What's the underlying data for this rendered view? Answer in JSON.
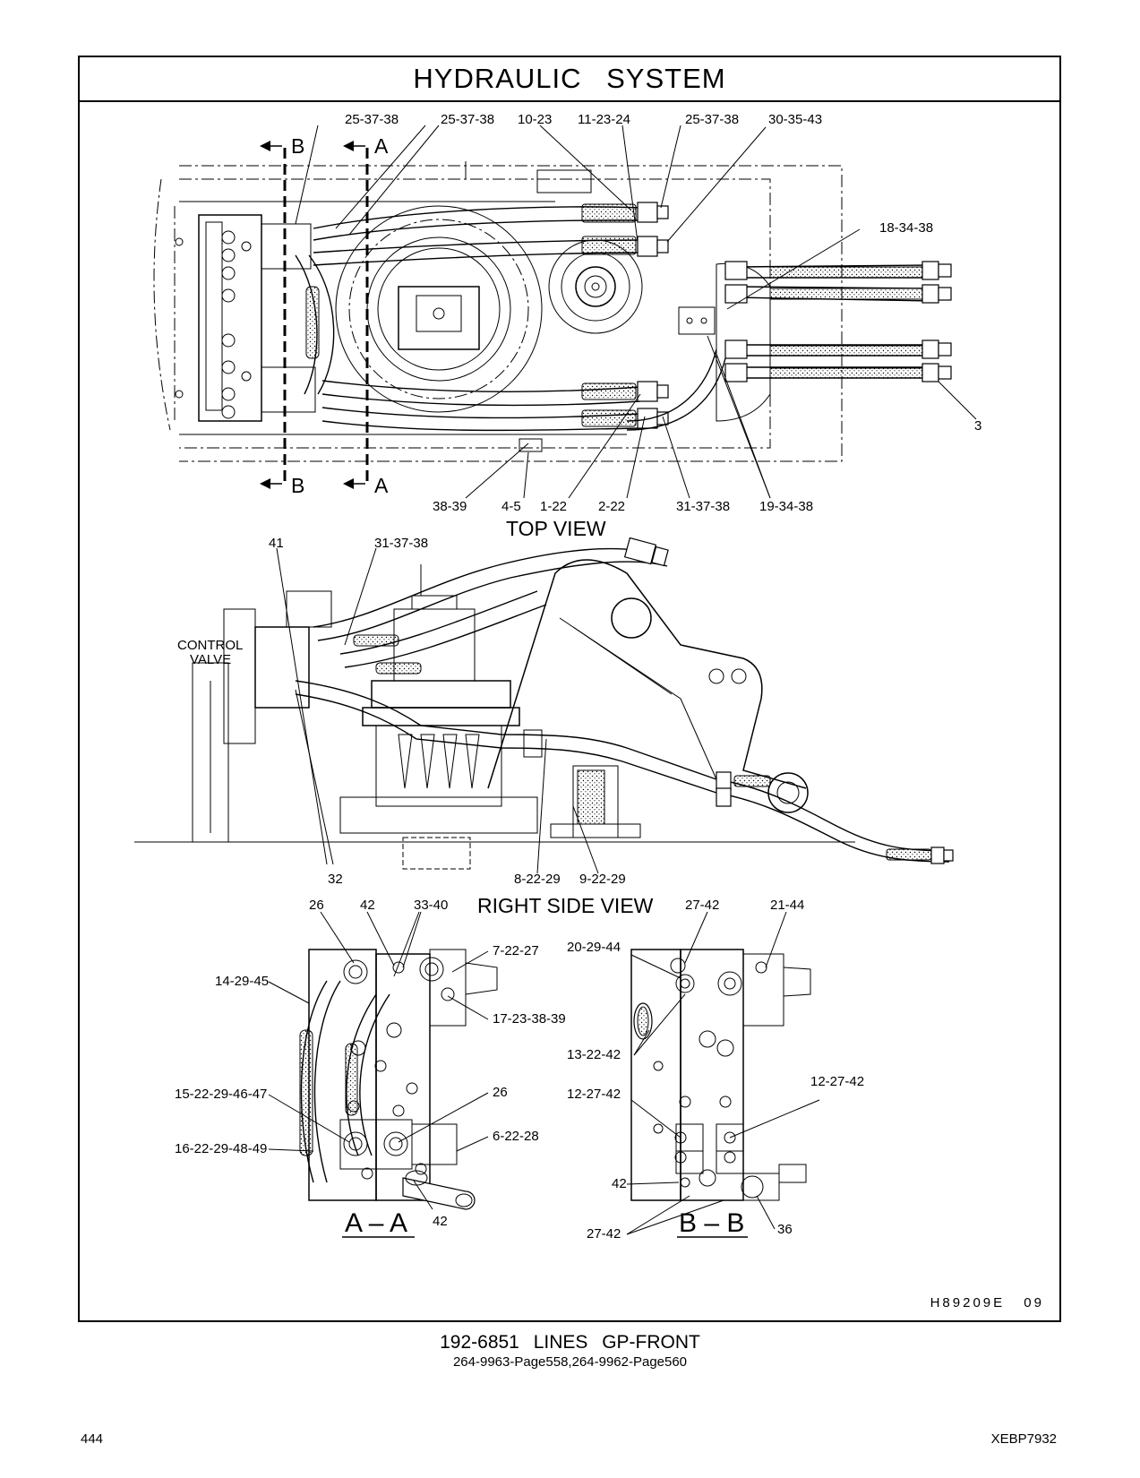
{
  "title": "HYDRAULIC SYSTEM",
  "reference": "H89209E 09",
  "footer": {
    "group": "192-6851 LINES GP-FRONT",
    "pages": "264-9963-Page558,264-9962-Page560",
    "page_number": "444",
    "doc_id": "XEBP7932"
  },
  "views": {
    "top": "TOP VIEW",
    "right_side": "RIGHT SIDE VIEW",
    "section_a": "A – A",
    "section_b": "B – B",
    "control_valve_line1": "CONTROL",
    "control_valve_line2": "VALVE"
  },
  "cut_markers": {
    "a": "A",
    "b": "B"
  },
  "top_callouts": {
    "c1": "25-37-38",
    "c2": "25-37-38",
    "c3": "10-23",
    "c4": "11-23-24",
    "c5": "25-37-38",
    "c6": "30-35-43",
    "c7": "18-34-38",
    "c8": "3",
    "c9": "38-39",
    "c10": "4-5",
    "c11": "1-22",
    "c12": "2-22",
    "c13": "31-37-38",
    "c14": "19-34-38"
  },
  "side_callouts": {
    "c1": "41",
    "c2": "31-37-38",
    "c3": "32",
    "c4": "8-22-29",
    "c5": "9-22-29"
  },
  "aa_callouts": {
    "c1": "26",
    "c2": "42",
    "c3": "33-40",
    "c4": "7-22-27",
    "c5": "14-29-45",
    "c6": "17-23-38-39",
    "c7": "26",
    "c8": "15-22-29-46-47",
    "c9": "6-22-28",
    "c10": "16-22-29-48-49",
    "c11": "42"
  },
  "bb_callouts": {
    "c1": "27-42",
    "c2": "21-44",
    "c3": "20-29-44",
    "c4": "13-22-42",
    "c5": "12-27-42",
    "c6": "12-27-42",
    "c7": "42",
    "c8": "27-42",
    "c9": "36"
  }
}
